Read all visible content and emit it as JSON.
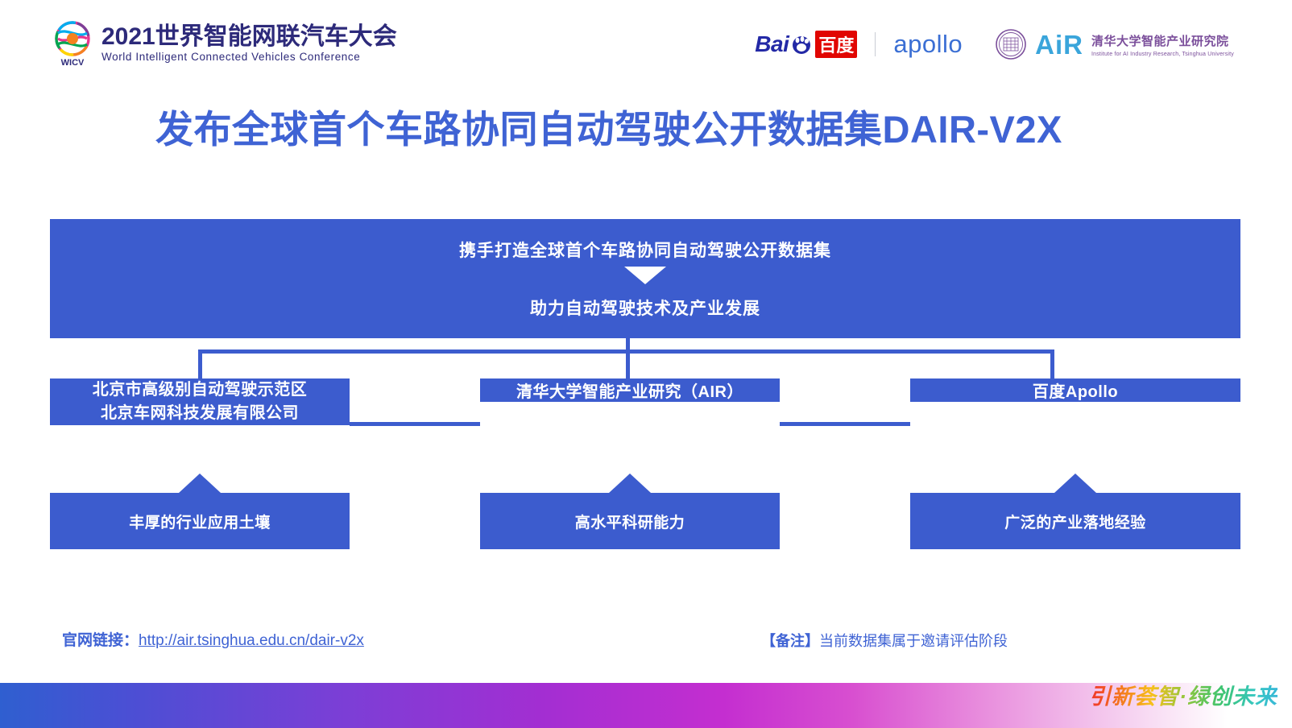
{
  "header": {
    "wicv": {
      "logo_icon": "wicv-circular-wave-logo",
      "mark_label": "WICV",
      "title_cn": "2021世界智能网联汽车大会",
      "title_en": "World Intelligent Connected Vehicles Conference"
    },
    "partners": {
      "baidu": {
        "latin": "Bai",
        "paw_icon": "baidu-paw-icon",
        "cn": "百度"
      },
      "apollo": "apollo",
      "air": {
        "seal_icon": "tsinghua-university-seal-icon",
        "acronym": "AiR",
        "cn": "清华大学智能产业研究院",
        "en": "Institute for AI Industry Research, Tsinghua University"
      }
    }
  },
  "title": "发布全球首个车路协同自动驾驶公开数据集DAIR-V2X",
  "diagram": {
    "top_box": {
      "line1": "携手打造全球首个车路协同自动驾驶公开数据集",
      "arrow_icon": "triangle-down-icon",
      "line2": "助力自动驾驶技术及产业发展"
    },
    "partners_row": [
      {
        "lines": [
          "北京市高级别自动驾驶示范区",
          "北京车网科技发展有限公司"
        ]
      },
      {
        "lines": [
          "清华大学智能产业研究（AIR）"
        ]
      },
      {
        "lines": [
          "百度Apollo"
        ]
      }
    ],
    "strengths_row": [
      {
        "text": "丰厚的行业应用土壤"
      },
      {
        "text": "高水平科研能力"
      },
      {
        "text": "广泛的产业落地经验"
      }
    ]
  },
  "footer": {
    "link_label": "官网链接：",
    "link_url": "http://air.tsinghua.edu.cn/dair-v2x",
    "note_label": "【备注】",
    "note_text": "当前数据集属于邀请评估阶段"
  },
  "bottom_bar": {
    "slogan": "引新荟智·绿创未来"
  },
  "colors": {
    "brand_blue": "#3f63d4",
    "box_blue": "#3c5cce",
    "wicv_purple": "#2d2a7a",
    "baidu_red": "#e10602",
    "baidu_blue": "#2329a6",
    "apollo_blue": "#3b6fd4",
    "air_cyan": "#3aa5db",
    "air_purple": "#7b4f9b"
  }
}
